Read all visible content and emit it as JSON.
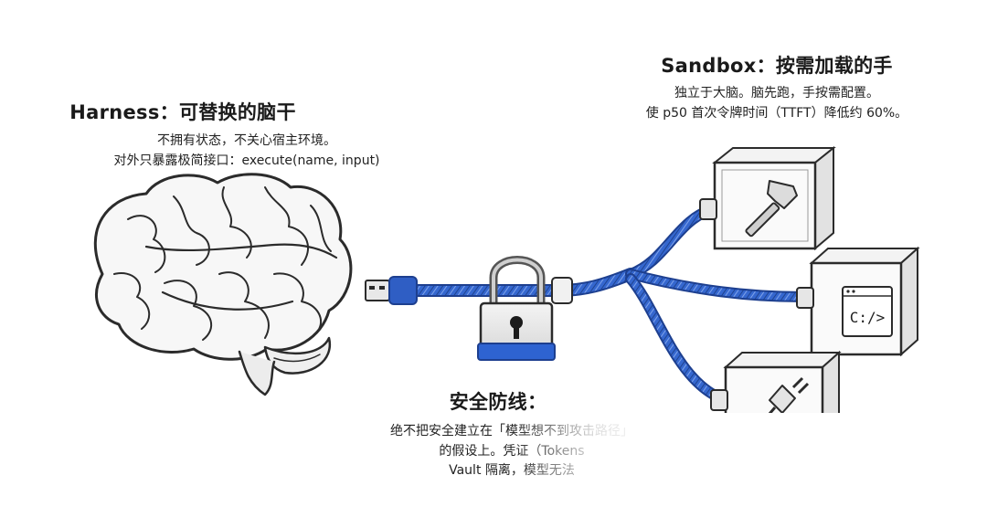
{
  "harness": {
    "title": "Harness：可替换的脑干",
    "lines": [
      "不拥有状态，不关心宿主环境。",
      "对外只暴露极简接口：execute(name, input)"
    ]
  },
  "sandbox": {
    "title": "Sandbox：按需加载的手",
    "lines": [
      "独立于大脑。脑先跑，手按需配置。",
      "使 p50 首次令牌时间（TTFT）降低约 60%。"
    ]
  },
  "security": {
    "title": "安全防线：",
    "lines": [
      "绝不把安全建立在「模型想不到攻击路径」",
      "的假设上。凭证（Tokens",
      "Vault 隔离，模型无法"
    ]
  },
  "tool_boxes": {
    "box1_icon": "hammer-icon",
    "box2_icon": "terminal-icon",
    "box2_text": "C:/>",
    "box3_icon": "power-plug-icon"
  },
  "colors": {
    "cable": "#2f5ec4",
    "cable_dark": "#1d3f8f",
    "lock_blue": "#2e63d1",
    "ink": "#2b2b2b"
  }
}
